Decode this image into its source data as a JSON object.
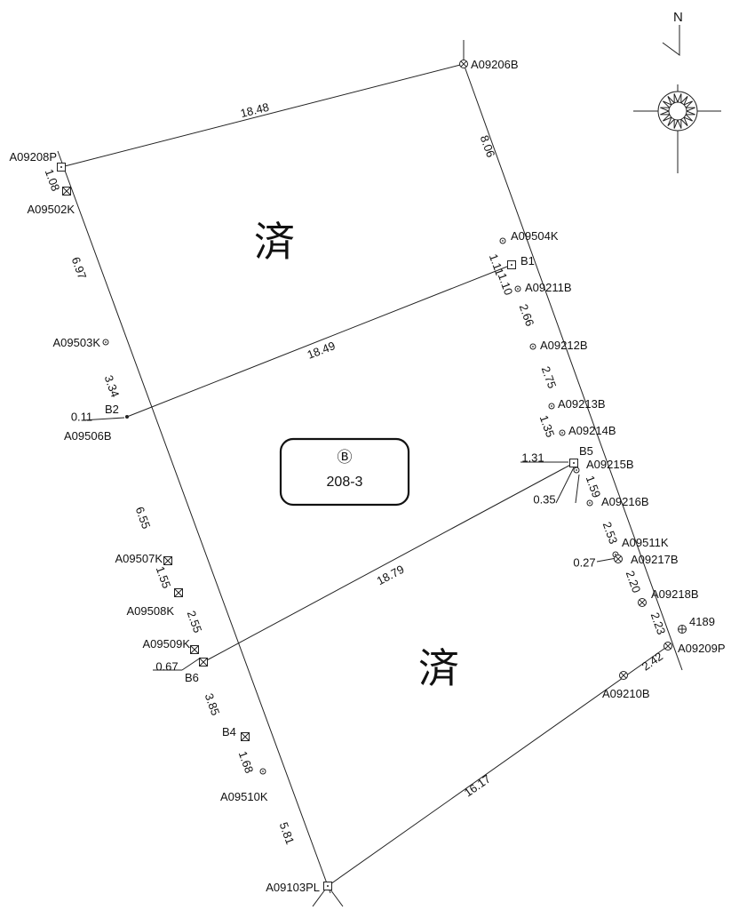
{
  "parcel": {
    "symbol": "Ⓑ",
    "number": "208-3"
  },
  "stamps": [
    "済",
    "済"
  ],
  "compass": {
    "north_label": "N"
  },
  "points": [
    {
      "label": "A09206B",
      "marker": "circle-x-icon"
    },
    {
      "label": "A09208P",
      "marker": "square-dot-icon"
    },
    {
      "label": "A09502K",
      "marker": "square-x-icon"
    },
    {
      "label": "A09503K",
      "marker": "circle-dot-icon"
    },
    {
      "label": "B2",
      "marker": "dot-icon"
    },
    {
      "label": "A09506B",
      "marker": "none"
    },
    {
      "label": "A09507K",
      "marker": "square-x-icon"
    },
    {
      "label": "A09508K",
      "marker": "square-x-icon"
    },
    {
      "label": "A09509K",
      "marker": "square-x-icon"
    },
    {
      "label": "B6",
      "marker": "square-x-icon"
    },
    {
      "label": "B4",
      "marker": "square-x-icon"
    },
    {
      "label": "A09510K",
      "marker": "circle-dot-icon"
    },
    {
      "label": "A09103PL",
      "marker": "square-dot-icon"
    },
    {
      "label": "A09504K",
      "marker": "circle-dot-icon"
    },
    {
      "label": "B1",
      "marker": "square-dot-icon"
    },
    {
      "label": "A09211B",
      "marker": "circle-dot-icon"
    },
    {
      "label": "A09212B",
      "marker": "circle-dot-icon"
    },
    {
      "label": "A09213B",
      "marker": "circle-dot-icon"
    },
    {
      "label": "A09214B",
      "marker": "circle-dot-icon"
    },
    {
      "label": "B5",
      "marker": "square-dot-icon"
    },
    {
      "label": "A09215B",
      "marker": "circle-dot-icon"
    },
    {
      "label": "A09216B",
      "marker": "circle-dot-icon"
    },
    {
      "label": "A09511K",
      "marker": "circle-dot-icon"
    },
    {
      "label": "A09217B",
      "marker": "circle-x-icon"
    },
    {
      "label": "A09218B",
      "marker": "circle-x-icon"
    },
    {
      "label": "4189",
      "marker": "circle-plus-icon"
    },
    {
      "label": "A09209P",
      "marker": "circle-x-icon"
    },
    {
      "label": "A09210B",
      "marker": "circle-x-icon"
    }
  ],
  "distances": [
    "18.48",
    "8.06",
    "1.08",
    "6.97",
    "3.34",
    "18.49",
    "0.11",
    "6.55",
    "1.55",
    "2.55",
    "0.67",
    "3.85",
    "1.68",
    "5.81",
    "18.79",
    "16.17",
    "2.42",
    "1.11",
    "1.10",
    "2.66",
    "2.75",
    "1.35",
    "1.31",
    "0.35",
    "1.59",
    "2.53",
    "0.27",
    "2.20",
    "2.23"
  ]
}
